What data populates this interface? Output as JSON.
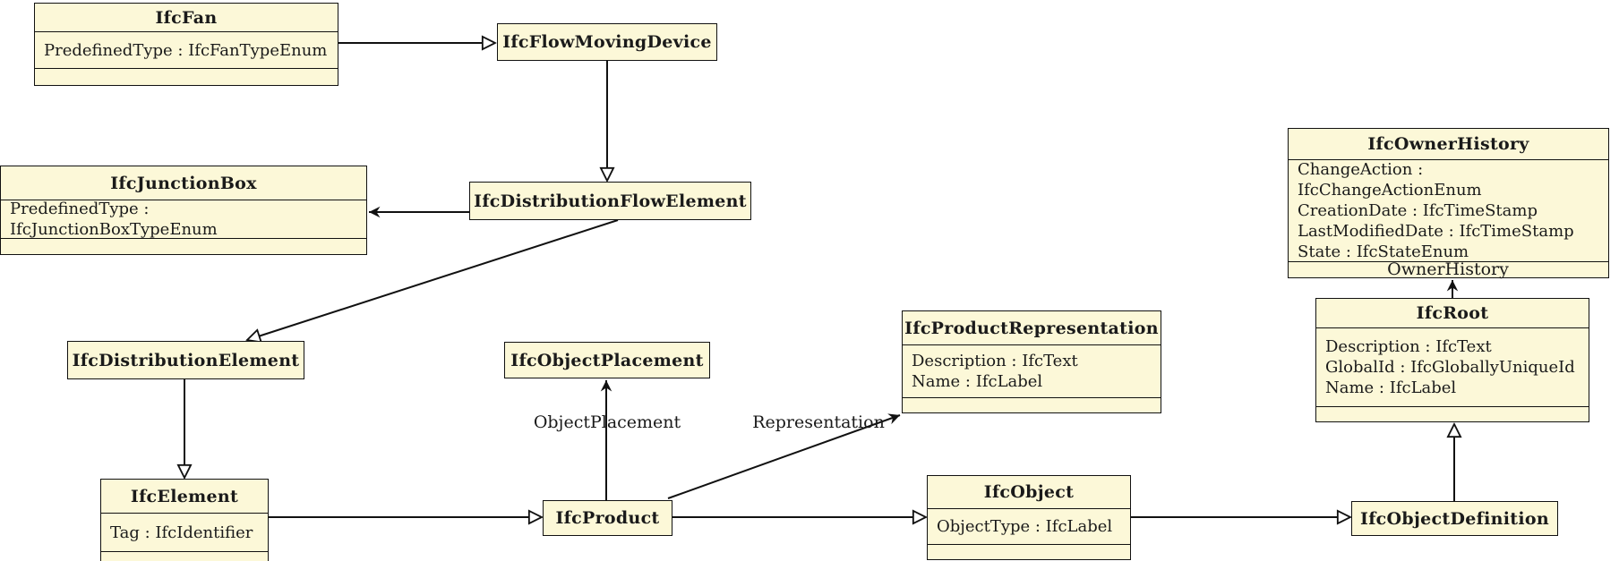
{
  "diagram": {
    "classes": {
      "ifcFan": {
        "title": "IfcFan",
        "attributes": [
          "PredefinedType : IfcFanTypeEnum"
        ]
      },
      "ifcFlowMovingDevice": {
        "title": "IfcFlowMovingDevice"
      },
      "ifcJunctionBox": {
        "title": "IfcJunctionBox",
        "attributes": [
          "PredefinedType : IfcJunctionBoxTypeEnum"
        ]
      },
      "ifcDistributionFlowElement": {
        "title": "IfcDistributionFlowElement"
      },
      "ifcOwnerHistory": {
        "title": "IfcOwnerHistory",
        "attributes": [
          "ChangeAction : IfcChangeActionEnum",
          "CreationDate : IfcTimeStamp",
          "LastModifiedDate : IfcTimeStamp",
          "State : IfcStateEnum"
        ]
      },
      "ifcRoot": {
        "title": "IfcRoot",
        "attributes": [
          "Description : IfcText",
          "GlobalId : IfcGloballyUniqueId",
          "Name : IfcLabel"
        ]
      },
      "ifcProductRepresentation": {
        "title": "IfcProductRepresentation",
        "attributes": [
          "Description : IfcText",
          "Name : IfcLabel"
        ]
      },
      "ifcObjectPlacement": {
        "title": "IfcObjectPlacement"
      },
      "ifcDistributionElement": {
        "title": "IfcDistributionElement"
      },
      "ifcElement": {
        "title": "IfcElement",
        "attributes": [
          "Tag : IfcIdentifier"
        ]
      },
      "ifcProduct": {
        "title": "IfcProduct"
      },
      "ifcObject": {
        "title": "IfcObject",
        "attributes": [
          "ObjectType : IfcLabel"
        ]
      },
      "ifcObjectDefinition": {
        "title": "IfcObjectDefinition"
      }
    },
    "edge_labels": {
      "objectPlacement": "ObjectPlacement",
      "representation": "Representation",
      "ownerHistory": "OwnerHistory"
    },
    "colors": {
      "box_fill": "#FCF8D8",
      "box_border": "#111111",
      "line": "#111111",
      "background": "#FFFFFF"
    }
  }
}
